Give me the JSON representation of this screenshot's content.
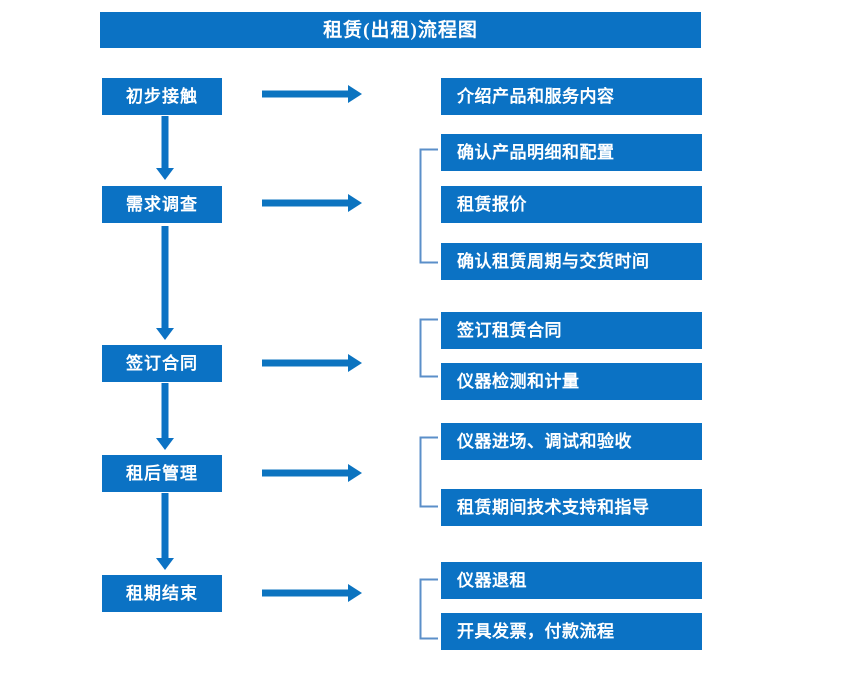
{
  "diagram": {
    "title": "租赁(出租)流程图",
    "accent_color": "#0B72C4",
    "bracket_color": "#5B8FC9",
    "background_color": "#FFFFFF",
    "text_color": "#FFFFFF"
  },
  "stages": [
    {
      "id": "initial-contact",
      "label": "初步接触"
    },
    {
      "id": "demand-survey",
      "label": "需求调查"
    },
    {
      "id": "sign-contract",
      "label": "签订合同"
    },
    {
      "id": "post-rent-manage",
      "label": "租后管理"
    },
    {
      "id": "rental-end",
      "label": "租期结束"
    }
  ],
  "details": [
    {
      "id": "introduce-product-service",
      "label": "介绍产品和服务内容"
    },
    {
      "id": "confirm-product-spec",
      "label": "确认产品明细和配置"
    },
    {
      "id": "rental-quotation",
      "label": "租赁报价"
    },
    {
      "id": "confirm-period-delivery",
      "label": "确认租赁周期与交货时间"
    },
    {
      "id": "sign-rental-contract",
      "label": "签订租赁合同"
    },
    {
      "id": "instrument-test-metering",
      "label": "仪器检测和计量"
    },
    {
      "id": "instrument-entry-commission",
      "label": "仪器进场、调试和验收"
    },
    {
      "id": "rental-tech-support",
      "label": "租赁期间技术支持和指导"
    },
    {
      "id": "instrument-return",
      "label": "仪器退租"
    },
    {
      "id": "invoice-payment-process",
      "label": "开具发票，付款流程"
    }
  ],
  "chart_data": {
    "type": "diagram",
    "subtype": "flowchart",
    "title": "租赁(出租)流程图",
    "orientation": "vertical-with-side-branches",
    "nodes": [
      {
        "id": "initial-contact",
        "label": "初步接触",
        "column": "left",
        "order": 1
      },
      {
        "id": "demand-survey",
        "label": "需求调查",
        "column": "left",
        "order": 2
      },
      {
        "id": "sign-contract",
        "label": "签订合同",
        "column": "left",
        "order": 3
      },
      {
        "id": "post-rent-manage",
        "label": "租后管理",
        "column": "left",
        "order": 4
      },
      {
        "id": "rental-end",
        "label": "租期结束",
        "column": "left",
        "order": 5
      },
      {
        "id": "introduce-product-service",
        "label": "介绍产品和服务内容",
        "column": "right"
      },
      {
        "id": "confirm-product-spec",
        "label": "确认产品明细和配置",
        "column": "right"
      },
      {
        "id": "rental-quotation",
        "label": "租赁报价",
        "column": "right"
      },
      {
        "id": "confirm-period-delivery",
        "label": "确认租赁周期与交货时间",
        "column": "right"
      },
      {
        "id": "sign-rental-contract",
        "label": "签订租赁合同",
        "column": "right"
      },
      {
        "id": "instrument-test-metering",
        "label": "仪器检测和计量",
        "column": "right"
      },
      {
        "id": "instrument-entry-commission",
        "label": "仪器进场、调试和验收",
        "column": "right"
      },
      {
        "id": "rental-tech-support",
        "label": "租赁期间技术支持和指导",
        "column": "right"
      },
      {
        "id": "instrument-return",
        "label": "仪器退租",
        "column": "right"
      },
      {
        "id": "invoice-payment-process",
        "label": "开具发票，付款流程",
        "column": "right"
      }
    ],
    "edges": [
      {
        "from": "initial-contact",
        "to": "demand-survey",
        "type": "vertical-arrow"
      },
      {
        "from": "demand-survey",
        "to": "sign-contract",
        "type": "vertical-arrow"
      },
      {
        "from": "sign-contract",
        "to": "post-rent-manage",
        "type": "vertical-arrow"
      },
      {
        "from": "post-rent-manage",
        "to": "rental-end",
        "type": "vertical-arrow"
      },
      {
        "from": "initial-contact",
        "to": [
          "introduce-product-service"
        ],
        "type": "horizontal-arrow"
      },
      {
        "from": "demand-survey",
        "to": [
          "confirm-product-spec",
          "rental-quotation",
          "confirm-period-delivery"
        ],
        "type": "horizontal-arrow-bracket"
      },
      {
        "from": "sign-contract",
        "to": [
          "sign-rental-contract",
          "instrument-test-metering"
        ],
        "type": "horizontal-arrow-bracket"
      },
      {
        "from": "post-rent-manage",
        "to": [
          "instrument-entry-commission",
          "rental-tech-support"
        ],
        "type": "horizontal-arrow-bracket"
      },
      {
        "from": "rental-end",
        "to": [
          "instrument-return",
          "invoice-payment-process"
        ],
        "type": "horizontal-arrow-bracket"
      }
    ]
  }
}
